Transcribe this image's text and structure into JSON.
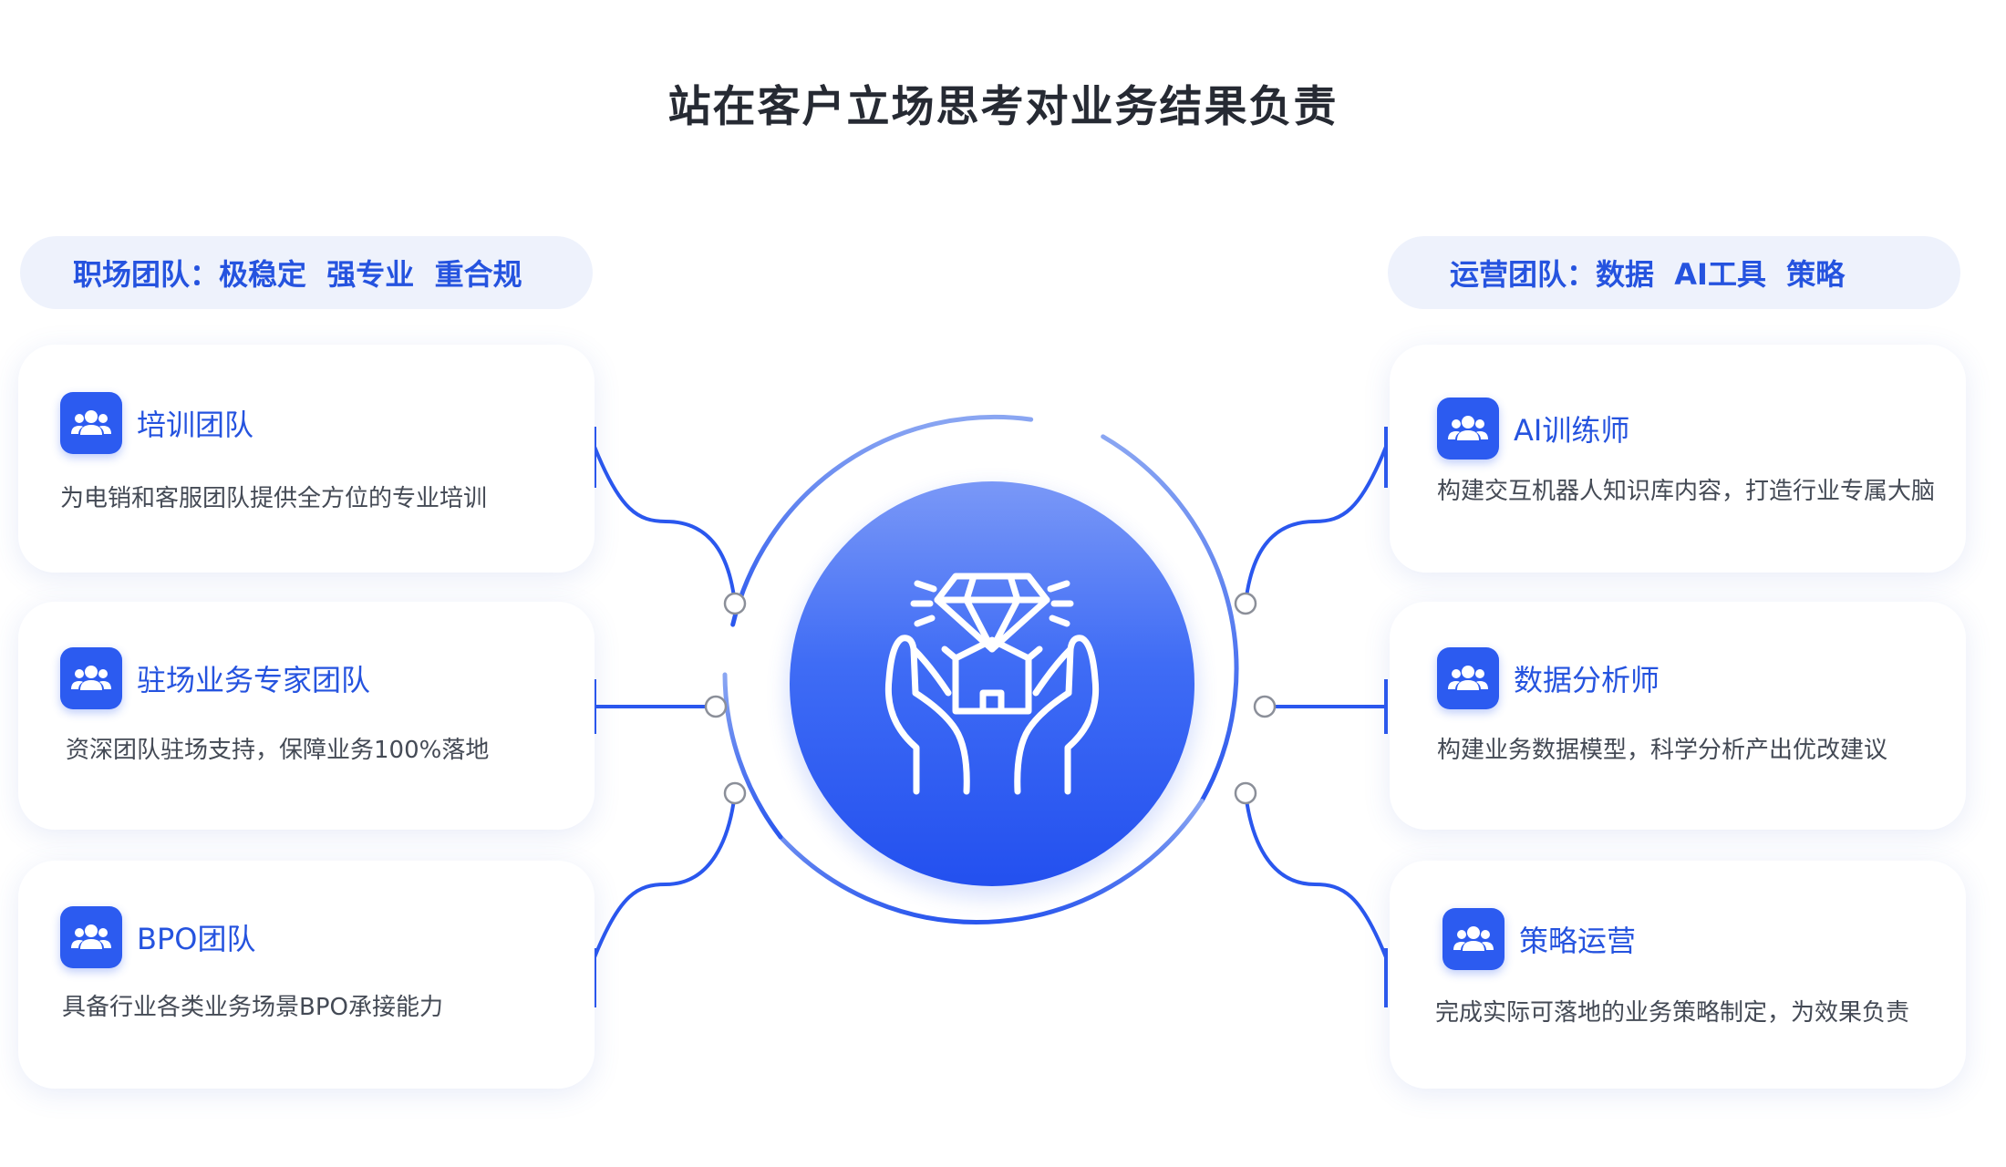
{
  "title": "站在客户立场思考对业务结果负责",
  "left_group": {
    "label": "职场团队：极稳定  强专业  重合规",
    "cards": [
      {
        "name": "培训团队",
        "desc": "为电销和客服团队提供全方位的专业培训",
        "icon": "team-icon"
      },
      {
        "name": "驻场业务专家团队",
        "desc": "资深团队驻场支持，保障业务100%落地",
        "icon": "team-icon"
      },
      {
        "name": "BPO团队",
        "desc": "具备行业各类业务场景BPO承接能力",
        "icon": "team-icon"
      }
    ]
  },
  "right_group": {
    "label": "运营团队：数据  AI工具  策略",
    "cards": [
      {
        "name": "AI训练师",
        "desc": "构建交互机器人知识库内容，打造行业专属大脑",
        "icon": "team-icon"
      },
      {
        "name": "数据分析师",
        "desc": "构建业务数据模型，科学分析产出优改建议",
        "icon": "team-icon"
      },
      {
        "name": "策略运营",
        "desc": "完成实际可落地的业务策略制定，为效果负责",
        "icon": "team-icon"
      }
    ]
  },
  "center": {
    "icon": "diamond-hands-icon"
  },
  "colors": {
    "accent": "#2c5bf0",
    "text_blue": "#2553df",
    "pill_bg": "#eef2fc",
    "title": "#262a33"
  }
}
